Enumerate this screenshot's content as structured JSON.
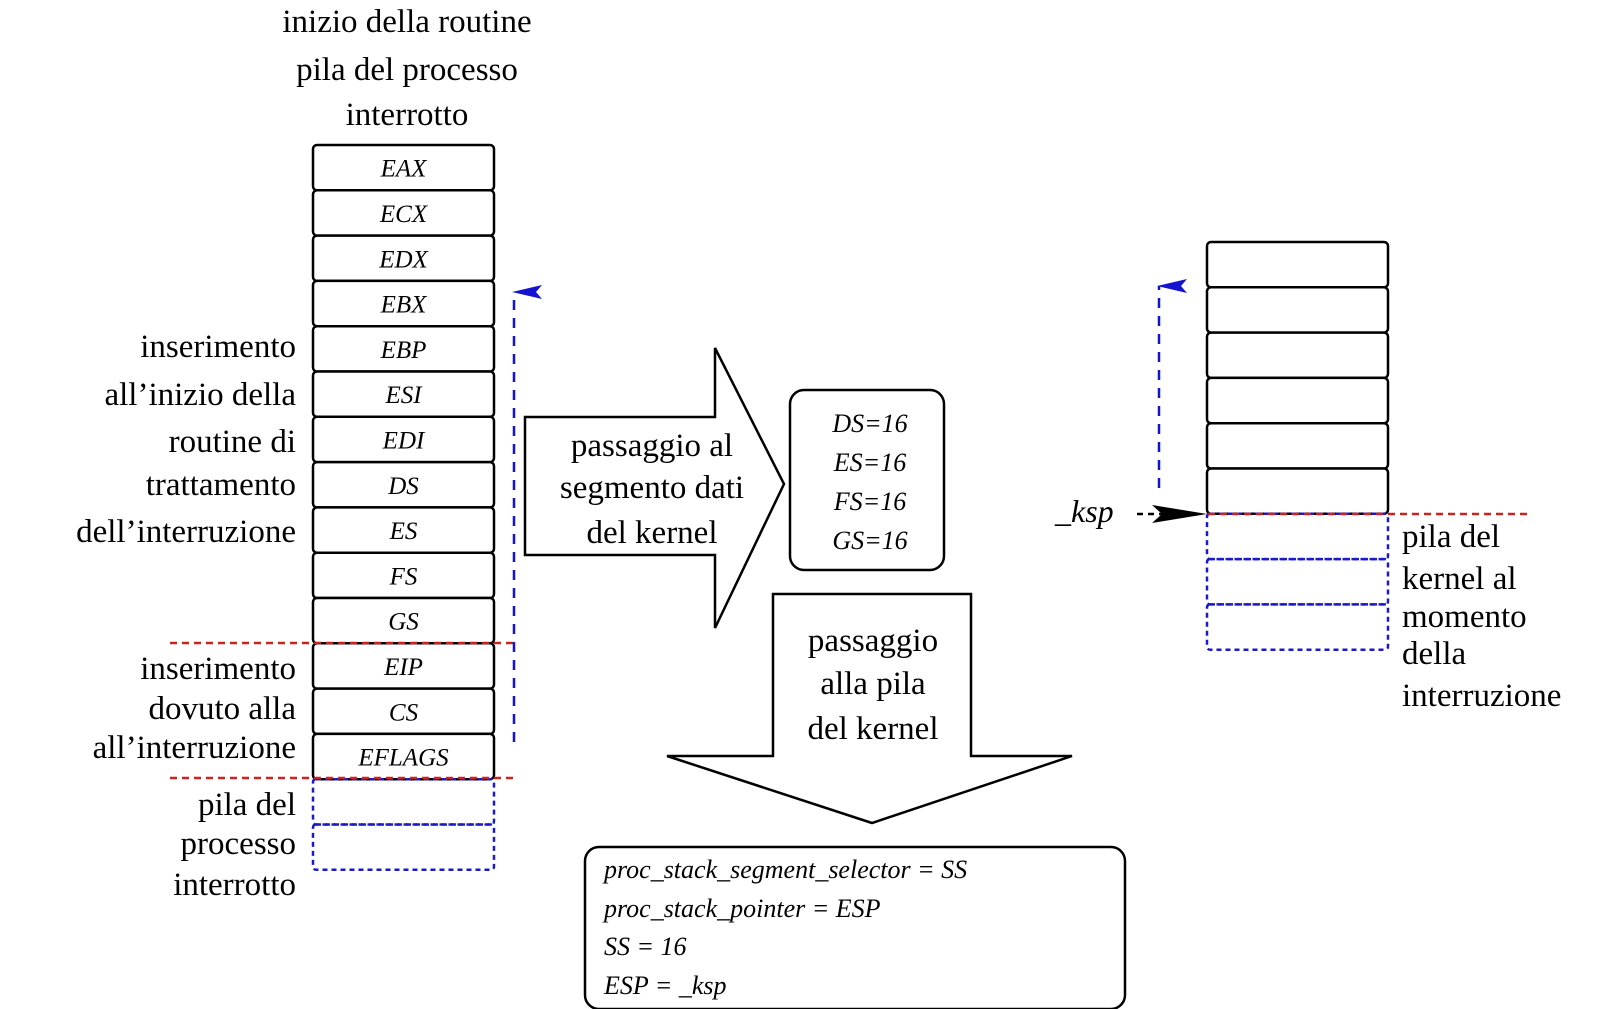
{
  "title_lines": [
    "inizio della routine",
    "pila del processo",
    "interrotto"
  ],
  "left_stack": {
    "registers": [
      "EAX",
      "ECX",
      "EDX",
      "EBX",
      "EBP",
      "ESI",
      "EDI",
      "DS",
      "ES",
      "FS",
      "GS",
      "EIP",
      "CS",
      "EFLAGS"
    ],
    "empty_slots": 2
  },
  "left_labels": {
    "routine_insert": [
      "inserimento",
      "all’inizio della",
      "routine di",
      "trattamento",
      "dell’interruzione"
    ],
    "interrupt_insert": [
      "inserimento",
      "dovuto alla",
      "all’interruzione"
    ],
    "process_stack": [
      "pila del",
      "processo",
      "interrotto"
    ]
  },
  "arrow_right": {
    "label_lines": [
      "passaggio al",
      "segmento dati",
      "del kernel"
    ]
  },
  "segment_box": {
    "lines": [
      "DS=16",
      "ES=16",
      "FS=16",
      "GS=16"
    ]
  },
  "arrow_down": {
    "label_lines": [
      "passaggio",
      "alla pila",
      "del kernel"
    ]
  },
  "code_box": {
    "lines": [
      "proc_stack_segment_selector = SS",
      "proc_stack_pointer = ESP",
      "SS = 16",
      "ESP = _ksp"
    ]
  },
  "right_stack": {
    "filled_slots": 6,
    "empty_slots": 3,
    "pointer_label": "_ksp",
    "caption_lines": [
      "pila del",
      "kernel al",
      "momento",
      "della",
      "interruzione"
    ]
  },
  "colors": {
    "stack_growth_arrow": "#1414d0",
    "boundary_line": "#d02020",
    "empty_slot": "#1a1acc"
  }
}
